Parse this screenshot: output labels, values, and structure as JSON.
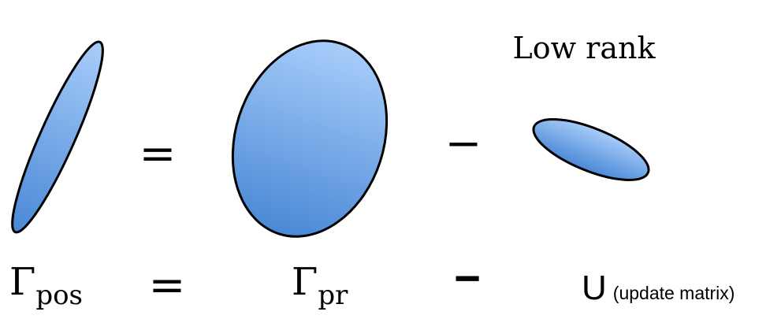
{
  "labels": {
    "low_rank_caption": "Low rank",
    "top_equals": "=",
    "top_minus": "−",
    "bottom_equals": "=",
    "bottom_minus": "−",
    "gamma_pos_symbol": "Γ",
    "gamma_pos_subscript": "pos",
    "gamma_pr_symbol": "Γ",
    "gamma_pr_subscript": "pr",
    "update_symbol": "U",
    "update_note": "(update matrix)"
  },
  "colors": {
    "fill_light": "#a8cdfa",
    "fill_dark": "#4a88d6",
    "stroke": "#000000",
    "text": "#000000"
  }
}
